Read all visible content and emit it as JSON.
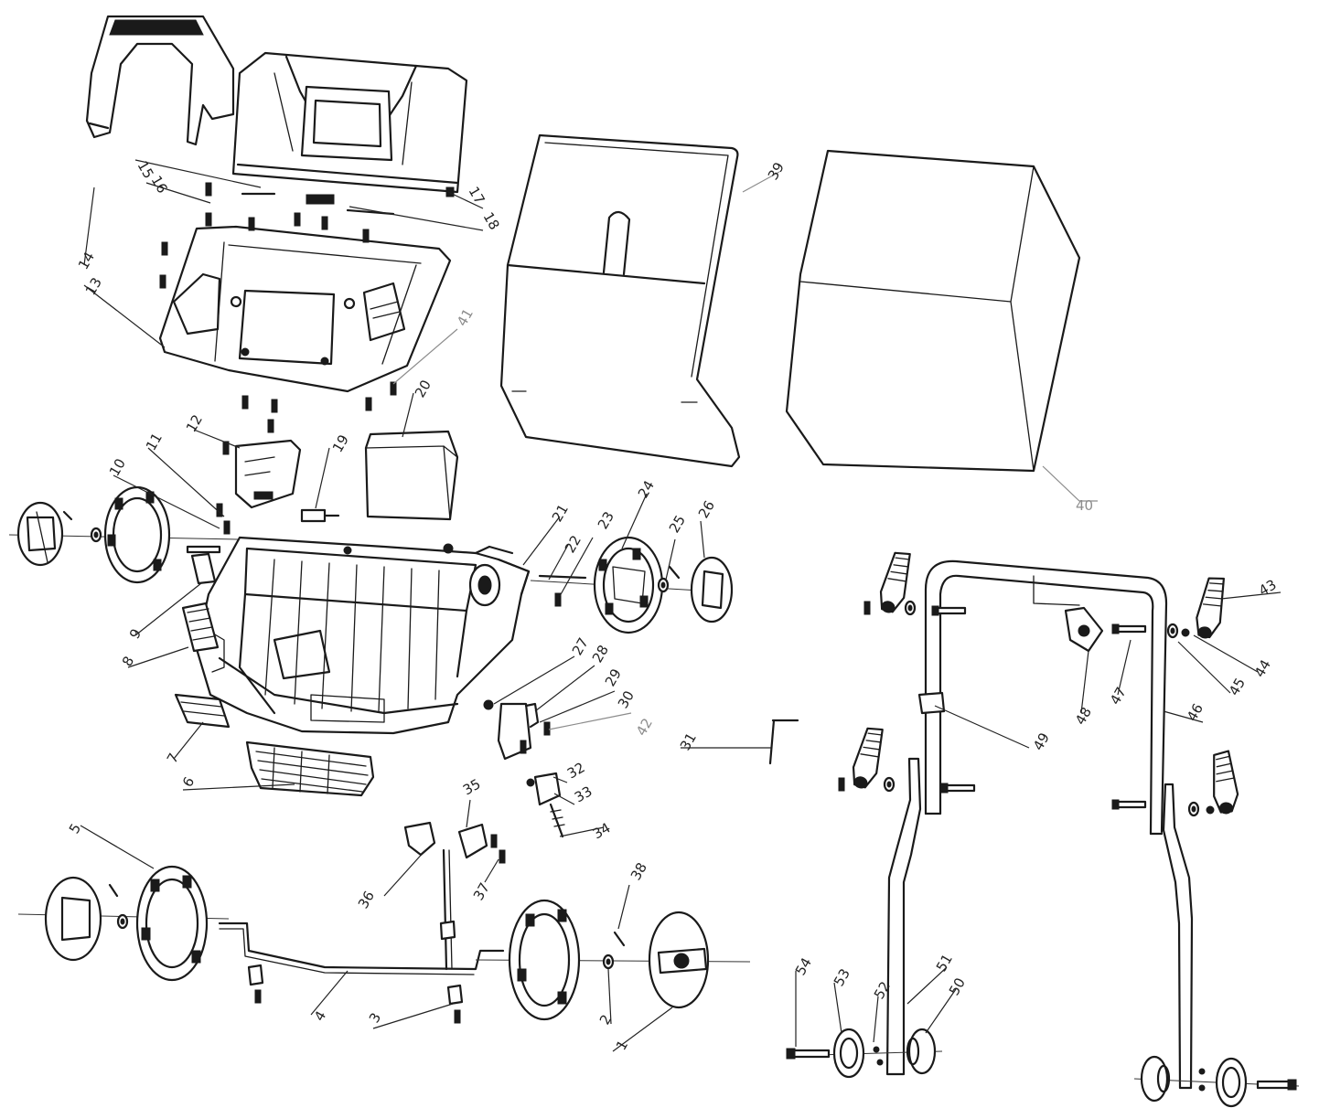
{
  "diagram": {
    "callouts": {
      "c1": "1",
      "c2": "2",
      "c3": "3",
      "c4": "4",
      "c5": "5",
      "c6": "6",
      "c7": "7",
      "c8": "8",
      "c9": "9",
      "c10": "10",
      "c11": "11",
      "c12": "12",
      "c13": "13",
      "c14": "14",
      "c15": "15",
      "c16": "16",
      "c17": "17",
      "c18": "18",
      "c19": "19",
      "c20": "20",
      "c21": "21",
      "c22": "22",
      "c23": "23",
      "c24": "24",
      "c25": "25",
      "c26": "26",
      "c27": "27",
      "c28": "28",
      "c29": "29",
      "c30": "30",
      "c31": "31",
      "c32": "32",
      "c33": "33",
      "c34": "34",
      "c35": "35",
      "c36": "36",
      "c37": "37",
      "c38": "38",
      "c39": "39",
      "c40": "40",
      "c41": "41",
      "c42": "42",
      "c43": "43",
      "c44": "44",
      "c45": "45",
      "c46": "46",
      "c47": "47",
      "c48": "48",
      "c49": "49",
      "c50": "50",
      "c51": "51",
      "c52": "52",
      "c53": "53",
      "c54": "54"
    },
    "colors": {
      "ink": "#1a1a1a",
      "faded_callout": "#8c8c8c",
      "background": "#ffffff"
    }
  }
}
